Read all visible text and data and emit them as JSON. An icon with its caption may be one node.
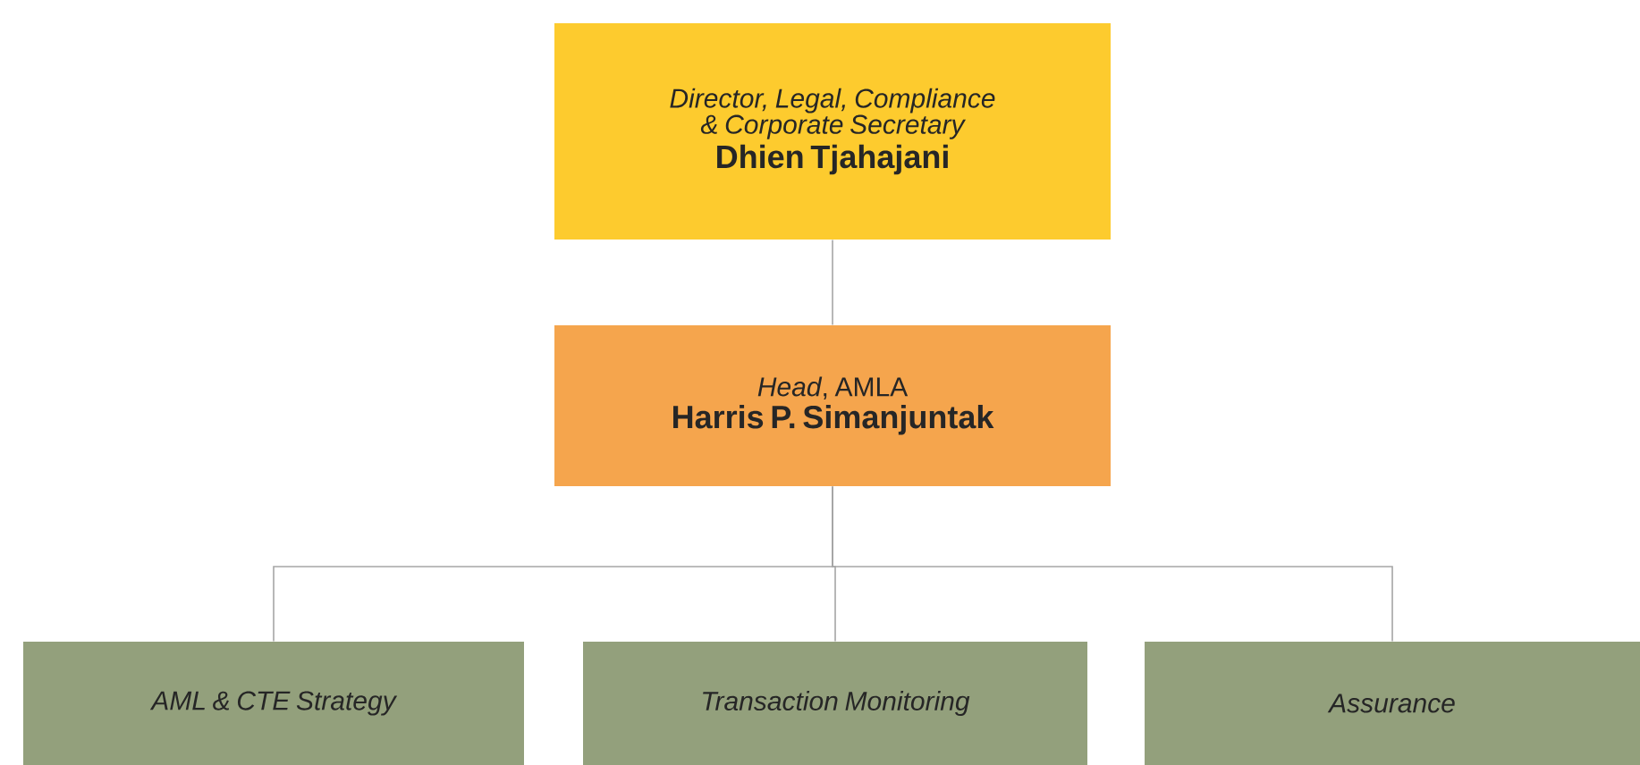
{
  "diagram": {
    "nodes": [
      {
        "text": [
          "Director, Legal, Compliance & Corporate Secretary",
          "Dhien Tjahajani"
        ]
      },
      {
        "text": [
          "*Head*, AMLA",
          "Harris P. Simanjuntak"
        ]
      },
      {
        "text": [
          "AML & CTE Strategy"
        ]
      },
      {
        "text": [
          "Transaction Monitoring"
        ]
      },
      {
        "text": [
          "Assurance"
        ]
      }
    ],
    "edges": [
      {
        "from": 0,
        "to": 1,
        "arrow": "none"
      },
      {
        "from": 1,
        "to": 2,
        "arrow": "none"
      },
      {
        "from": 1,
        "to": 3,
        "arrow": "none"
      },
      {
        "from": 1,
        "to": 4,
        "arrow": "none"
      }
    ]
  }
}
